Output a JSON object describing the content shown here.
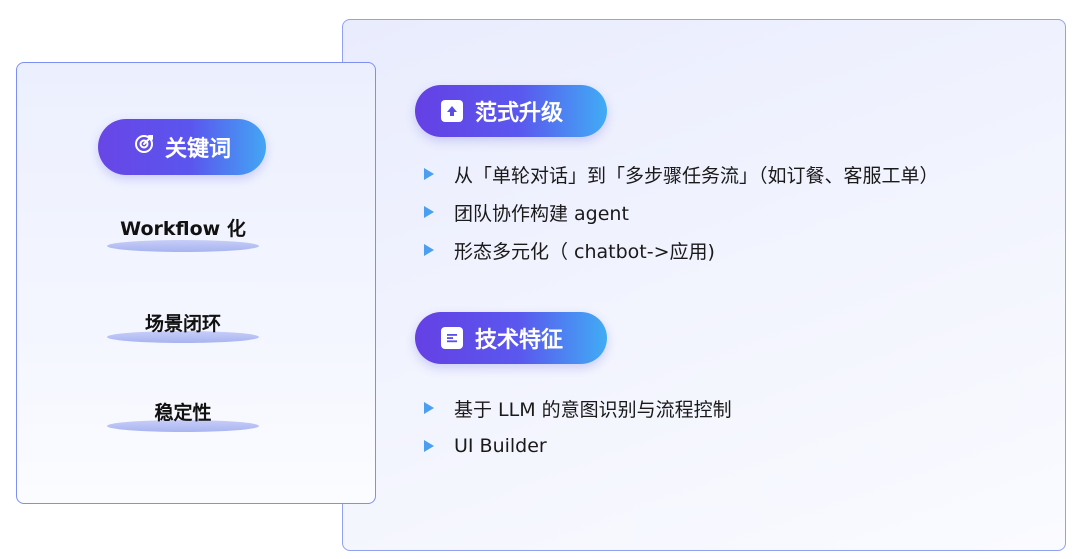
{
  "keywords": {
    "pill_label": "关键词",
    "pill_icon": "target-icon",
    "items": [
      "Workflow 化",
      "场景闭环",
      "稳定性"
    ]
  },
  "sections": [
    {
      "title": "范式升级",
      "icon": "upload-icon",
      "bullets": [
        "从「单轮对话」到「多步骤任务流」（如订餐、客服工单）",
        "团队协作构建 agent",
        "形态多元化（ chatbot->应用)"
      ]
    },
    {
      "title": "技术特征",
      "icon": "document-icon",
      "bullets": [
        "基于 LLM 的意图识别与流程控制",
        "UI Builder"
      ]
    }
  ],
  "colors": {
    "accent_purple": "#6540e4",
    "accent_blue": "#41acf5",
    "bullet": "#4a9ff0",
    "card_border": "#8fa1f0"
  }
}
